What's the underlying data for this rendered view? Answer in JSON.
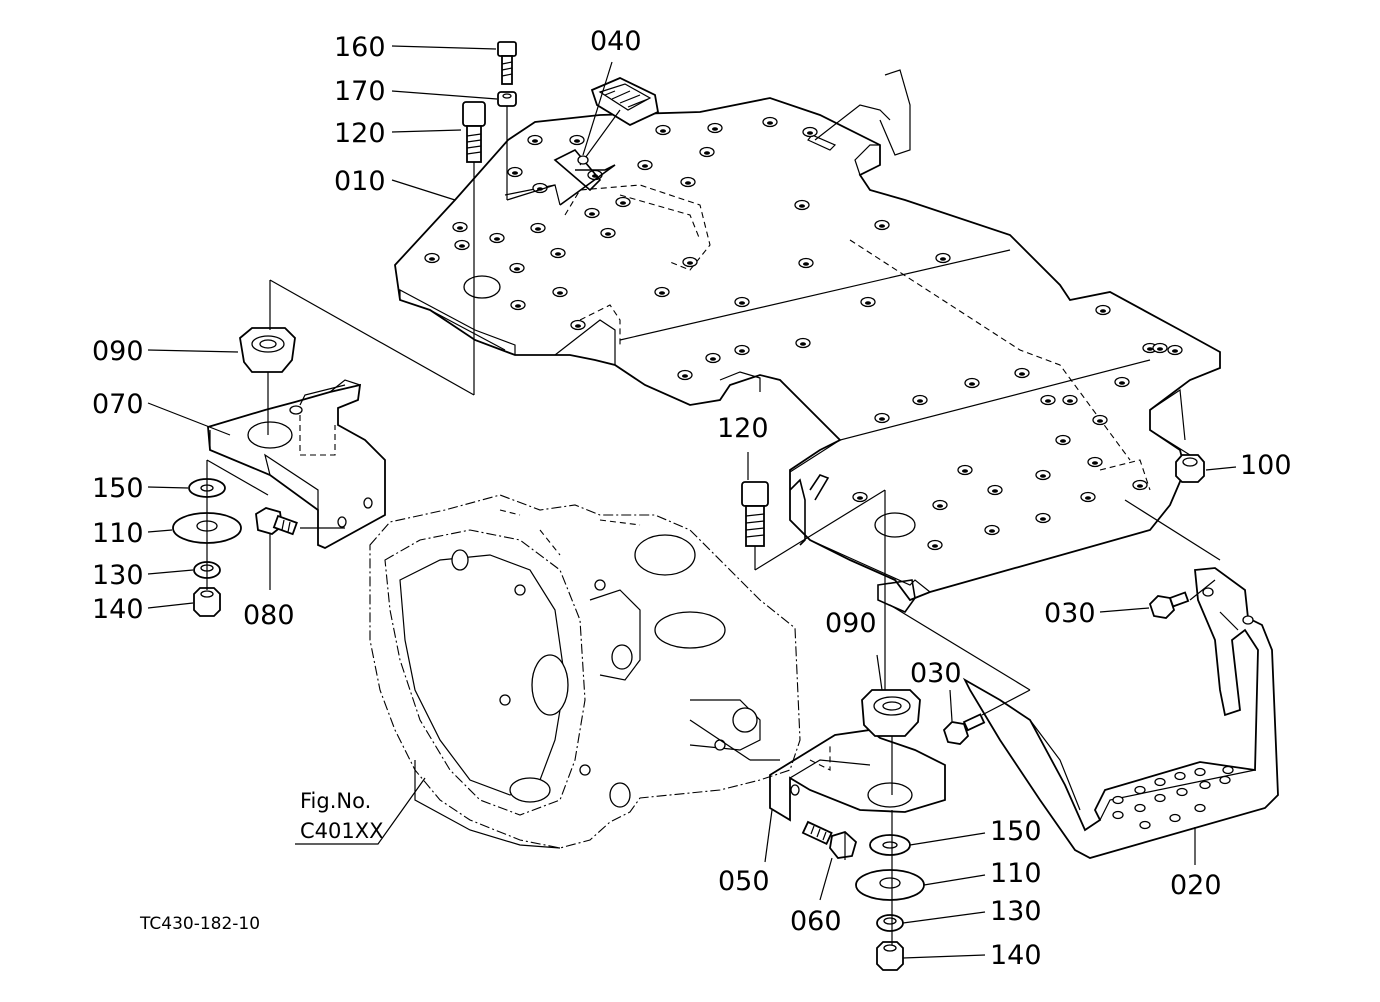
{
  "labels": [
    {
      "id": "160",
      "text": "160"
    },
    {
      "id": "170",
      "text": "170"
    },
    {
      "id": "120",
      "text": "120"
    },
    {
      "id": "010",
      "text": "010"
    },
    {
      "id": "040",
      "text": "040"
    },
    {
      "id": "090",
      "text": "090"
    },
    {
      "id": "070",
      "text": "070"
    },
    {
      "id": "150",
      "text": "150"
    },
    {
      "id": "110",
      "text": "110"
    },
    {
      "id": "130",
      "text": "130"
    },
    {
      "id": "140",
      "text": "140"
    },
    {
      "id": "080",
      "text": "080"
    },
    {
      "id": "120b",
      "text": "120"
    },
    {
      "id": "100",
      "text": "100"
    },
    {
      "id": "030",
      "text": "030"
    },
    {
      "id": "030b",
      "text": "030"
    },
    {
      "id": "090b",
      "text": "090"
    },
    {
      "id": "050",
      "text": "050"
    },
    {
      "id": "060",
      "text": "060"
    },
    {
      "id": "150b",
      "text": "150"
    },
    {
      "id": "110b",
      "text": "110"
    },
    {
      "id": "130b",
      "text": "130"
    },
    {
      "id": "140b",
      "text": "140"
    },
    {
      "id": "020",
      "text": "020"
    }
  ],
  "figure_ref": {
    "line1": "Fig.No.",
    "line2": "C401XX"
  },
  "drawing_code": "TC430-182-10"
}
